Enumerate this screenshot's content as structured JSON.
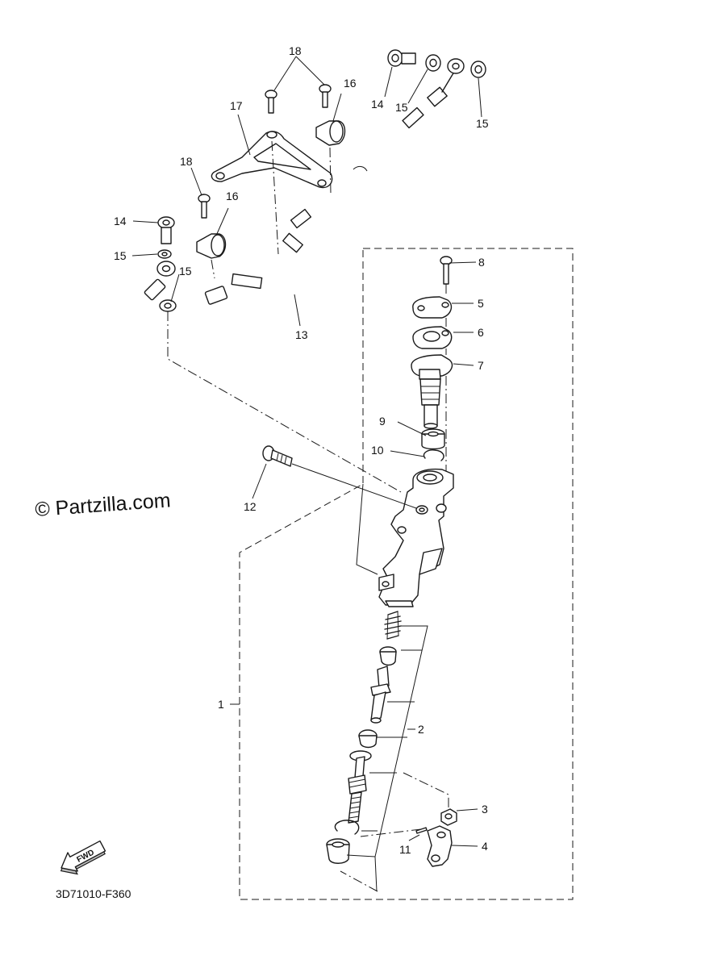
{
  "watermark": "© Partzilla.com",
  "diagram_code": "3D71010-F360",
  "fwd_label": "FWD",
  "callouts": {
    "c1": "1",
    "c2": "2",
    "c3": "3",
    "c4": "4",
    "c5": "5",
    "c6": "6",
    "c7": "7",
    "c8": "8",
    "c9": "9",
    "c10": "10",
    "c11": "11",
    "c12": "12",
    "c13": "13",
    "c14a": "14",
    "c14b": "14",
    "c15a": "15",
    "c15b": "15",
    "c15c": "15",
    "c15d": "15",
    "c16a": "16",
    "c16b": "16",
    "c17": "17",
    "c18a": "18",
    "c18b": "18"
  }
}
